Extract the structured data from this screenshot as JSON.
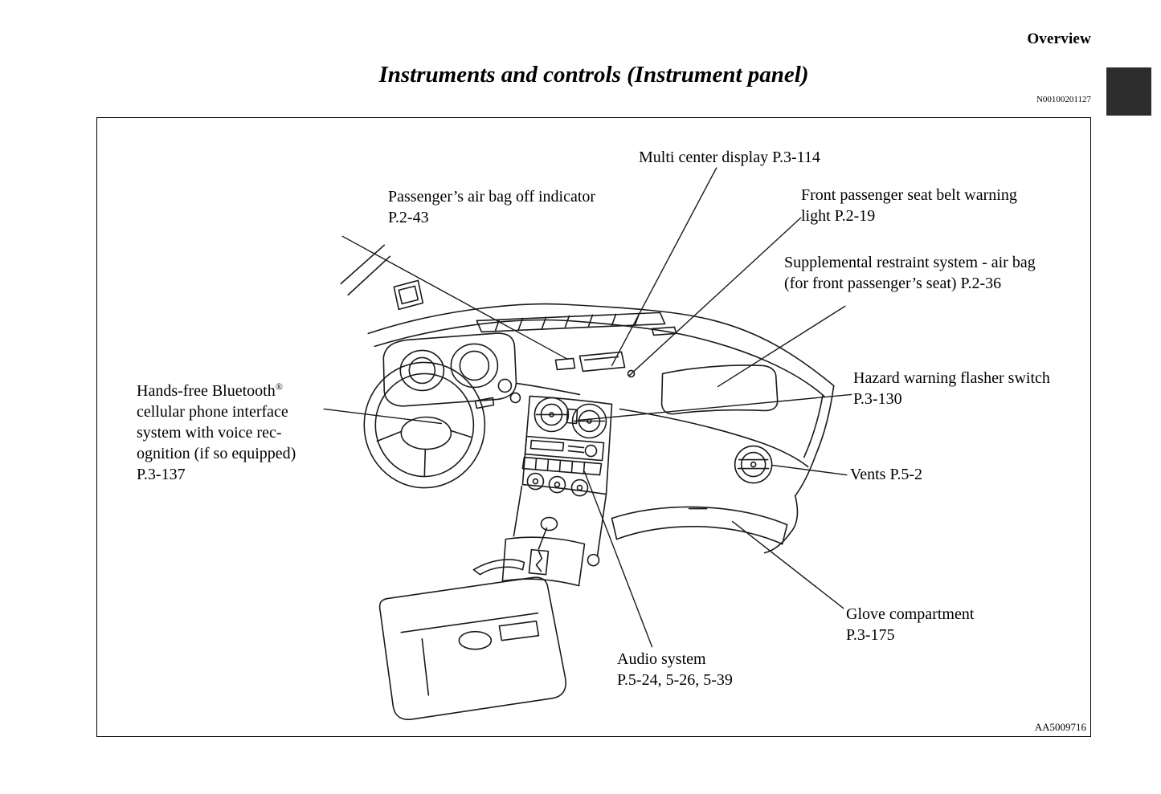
{
  "header": {
    "section": "Overview",
    "title": "Instruments and controls (Instrument panel)",
    "code": "N00100201127"
  },
  "figure": {
    "code": "AA5009716",
    "callouts": {
      "multi_center_display": {
        "lines": [
          "Multi center display P.3-114"
        ]
      },
      "passenger_airbag_off": {
        "lines": [
          "Passenger’s air bag off indicator",
          "P.2-43"
        ]
      },
      "front_seat_belt_warning": {
        "lines": [
          "Front passenger seat belt warning",
          "light P.2-19"
        ]
      },
      "srs_airbag": {
        "lines": [
          "Supplemental restraint system - air bag",
          "(for front passenger’s seat) P.2-36"
        ]
      },
      "hazard_flasher_switch": {
        "lines": [
          "Hazard warning flasher switch",
          "P.3-130"
        ]
      },
      "handsfree_bluetooth": {
        "line1_text": "Hands-free Bluetooth",
        "line1_sup": "®",
        "lines": [
          "cellular phone interface",
          "system with voice rec-",
          "ognition (if so equipped)",
          "P.3-137"
        ]
      },
      "vents": {
        "lines": [
          "Vents P.5-2"
        ]
      },
      "glove_compartment": {
        "lines": [
          "Glove compartment",
          "P.3-175"
        ]
      },
      "audio_system": {
        "lines": [
          "Audio system",
          "P.5-24, 5-26, 5-39"
        ]
      }
    }
  }
}
